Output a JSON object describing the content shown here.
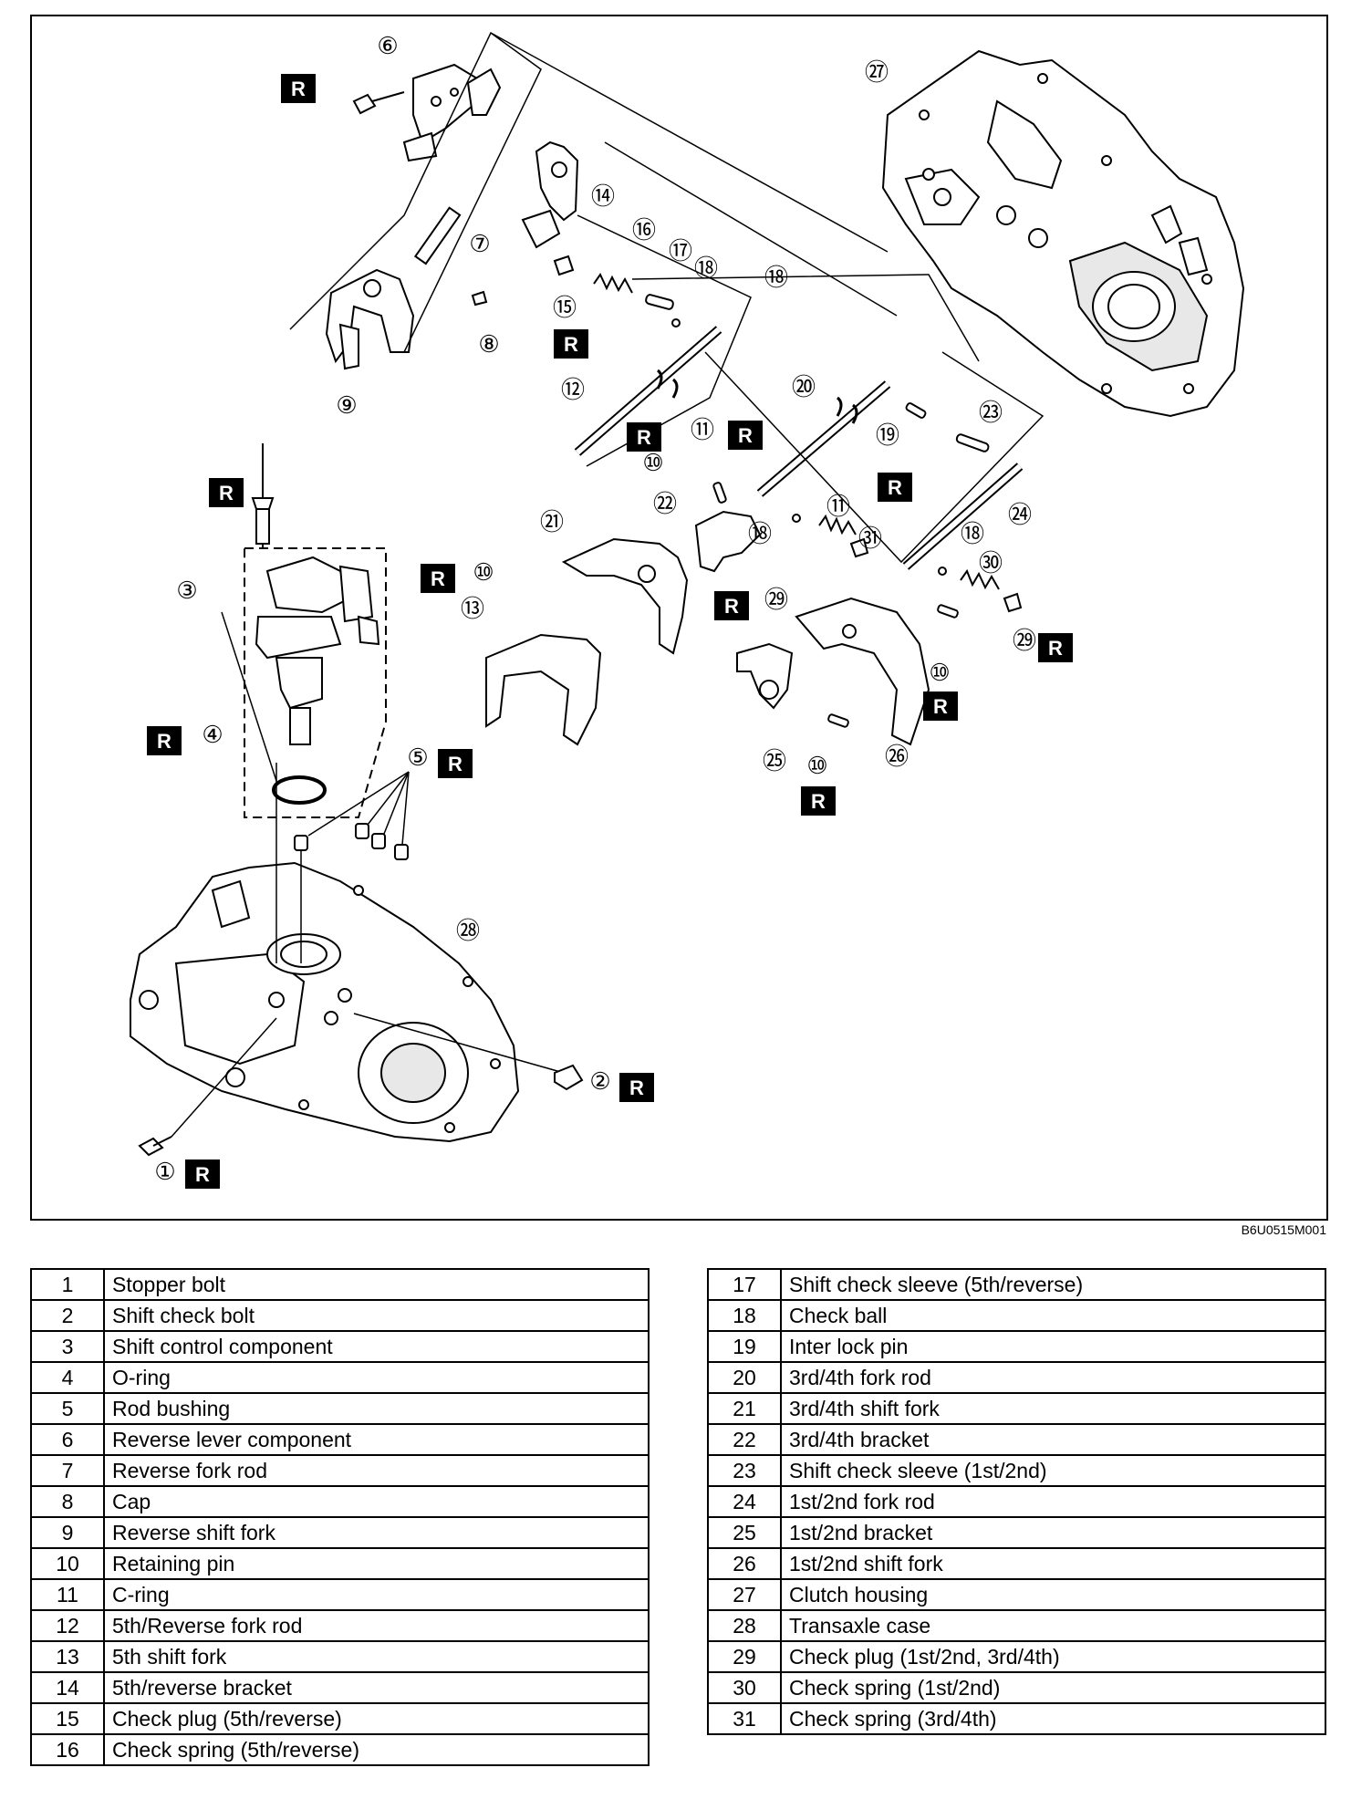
{
  "diagram": {
    "code": "B6U0515M001",
    "badge_letter": "R",
    "callouts": [
      {
        "n": "1",
        "label": "①"
      },
      {
        "n": "2",
        "label": "②"
      },
      {
        "n": "3",
        "label": "③"
      },
      {
        "n": "4",
        "label": "④"
      },
      {
        "n": "5",
        "label": "⑤"
      },
      {
        "n": "6",
        "label": "⑥"
      },
      {
        "n": "7",
        "label": "⑦"
      },
      {
        "n": "8",
        "label": "⑧"
      },
      {
        "n": "9",
        "label": "⑨"
      },
      {
        "n": "10",
        "label": "⑩"
      },
      {
        "n": "11",
        "label": "⑪"
      },
      {
        "n": "12",
        "label": "⑫"
      },
      {
        "n": "13",
        "label": "⑬"
      },
      {
        "n": "14",
        "label": "⑭"
      },
      {
        "n": "15",
        "label": "⑮"
      },
      {
        "n": "16",
        "label": "⑯"
      },
      {
        "n": "17",
        "label": "⑰"
      },
      {
        "n": "18",
        "label": "⑱"
      },
      {
        "n": "19",
        "label": "⑲"
      },
      {
        "n": "20",
        "label": "⑳"
      },
      {
        "n": "21",
        "label": "㉑"
      },
      {
        "n": "22",
        "label": "㉒"
      },
      {
        "n": "23",
        "label": "㉓"
      },
      {
        "n": "24",
        "label": "㉔"
      },
      {
        "n": "25",
        "label": "㉕"
      },
      {
        "n": "26",
        "label": "㉖"
      },
      {
        "n": "27",
        "label": "㉗"
      },
      {
        "n": "28",
        "label": "㉘"
      },
      {
        "n": "29",
        "label": "㉙"
      },
      {
        "n": "30",
        "label": "㉚"
      },
      {
        "n": "31",
        "label": "㉛"
      }
    ]
  },
  "parts_left": [
    {
      "num": "1",
      "name": "Stopper bolt"
    },
    {
      "num": "2",
      "name": "Shift check bolt"
    },
    {
      "num": "3",
      "name": "Shift control component"
    },
    {
      "num": "4",
      "name": "O-ring"
    },
    {
      "num": "5",
      "name": "Rod bushing"
    },
    {
      "num": "6",
      "name": "Reverse lever component"
    },
    {
      "num": "7",
      "name": "Reverse fork rod"
    },
    {
      "num": "8",
      "name": "Cap"
    },
    {
      "num": "9",
      "name": "Reverse shift fork"
    },
    {
      "num": "10",
      "name": "Retaining pin"
    },
    {
      "num": "11",
      "name": "C-ring"
    },
    {
      "num": "12",
      "name": "5th/Reverse fork rod"
    },
    {
      "num": "13",
      "name": "5th shift fork"
    },
    {
      "num": "14",
      "name": "5th/reverse bracket"
    },
    {
      "num": "15",
      "name": "Check plug (5th/reverse)"
    },
    {
      "num": "16",
      "name": "Check spring (5th/reverse)"
    }
  ],
  "parts_right": [
    {
      "num": "17",
      "name": "Shift check sleeve (5th/reverse)"
    },
    {
      "num": "18",
      "name": "Check ball"
    },
    {
      "num": "19",
      "name": "Inter lock pin"
    },
    {
      "num": "20",
      "name": "3rd/4th fork rod"
    },
    {
      "num": "21",
      "name": "3rd/4th shift fork"
    },
    {
      "num": "22",
      "name": "3rd/4th bracket"
    },
    {
      "num": "23",
      "name": "Shift check sleeve (1st/2nd)"
    },
    {
      "num": "24",
      "name": "1st/2nd fork rod"
    },
    {
      "num": "25",
      "name": "1st/2nd bracket"
    },
    {
      "num": "26",
      "name": "1st/2nd shift fork"
    },
    {
      "num": "27",
      "name": "Clutch housing"
    },
    {
      "num": "28",
      "name": "Transaxle case"
    },
    {
      "num": "29",
      "name": "Check plug (1st/2nd, 3rd/4th)"
    },
    {
      "num": "30",
      "name": "Check spring (1st/2nd)"
    },
    {
      "num": "31",
      "name": "Check spring (3rd/4th)"
    }
  ]
}
